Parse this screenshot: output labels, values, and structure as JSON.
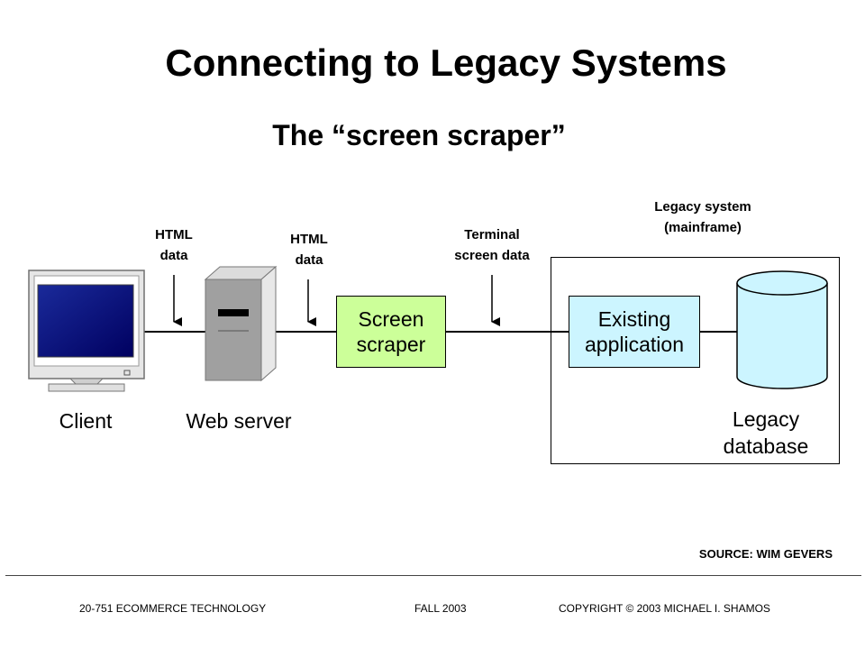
{
  "slide": {
    "title": "Connecting to Legacy Systems",
    "subtitle": "The “screen scraper”"
  },
  "diagram": {
    "callouts": {
      "html_data_1": [
        "HTML",
        "data"
      ],
      "html_data_2": [
        "HTML",
        "data"
      ],
      "terminal_data": [
        "Terminal",
        "screen data"
      ],
      "legacy_system": [
        "Legacy system",
        "(mainframe)"
      ]
    },
    "nodes": {
      "client": "Client",
      "web_server": "Web server",
      "screen_scraper": [
        "Screen",
        "scraper"
      ],
      "existing_application": [
        "Existing",
        "application"
      ],
      "legacy_database": [
        "Legacy",
        "database"
      ]
    },
    "colors": {
      "scraper_fill": "#ccff99",
      "application_fill": "#ccf5ff",
      "monitor_screen": "#000080",
      "server_gray": "#a0a0a0"
    }
  },
  "source": "SOURCE: WIM GEVERS",
  "footer": {
    "course": "20-751 ECOMMERCE TECHNOLOGY",
    "term": "FALL 2003",
    "copyright": "COPYRIGHT © 2003 MICHAEL I. SHAMOS"
  }
}
